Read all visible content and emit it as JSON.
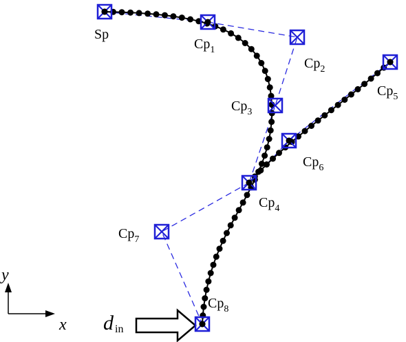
{
  "colors": {
    "curve": "#000000",
    "control_marker": "#1f1fd6",
    "control_polygon": "#2a2ae0",
    "axis": "#000000",
    "arrow_fill": "#ffffff"
  },
  "icons": {
    "control_point": "square-with-x-marker",
    "sample_point": "filled-dot"
  },
  "labels": {
    "sp": "Sp",
    "cp": "Cp",
    "cp1_sub": "1",
    "cp2_sub": "2",
    "cp3_sub": "3",
    "cp4_sub": "4",
    "cp5_sub": "5",
    "cp6_sub": "6",
    "cp7_sub": "7",
    "cp8_sub": "8",
    "d": "d",
    "d_sub": "in",
    "axis_x": "x",
    "axis_y": "y"
  }
}
